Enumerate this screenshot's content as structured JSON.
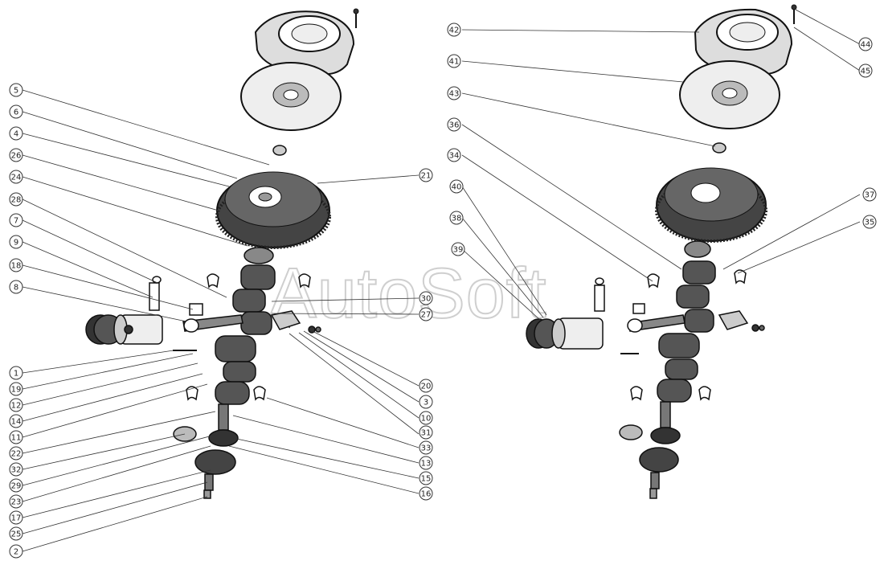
{
  "watermark": "AutoSoft",
  "callouts_left": [
    "5",
    "6",
    "4",
    "26",
    "24",
    "28",
    "7",
    "9",
    "18",
    "8",
    "1",
    "19",
    "12",
    "14",
    "11",
    "22",
    "32",
    "29",
    "23",
    "17",
    "25",
    "2",
    "21",
    "30",
    "27",
    "20",
    "3",
    "10",
    "31",
    "33",
    "13",
    "15",
    "16"
  ],
  "callouts_right": [
    "42",
    "41",
    "43",
    "36",
    "34",
    "40",
    "38",
    "39",
    "44",
    "45",
    "37",
    "35"
  ]
}
